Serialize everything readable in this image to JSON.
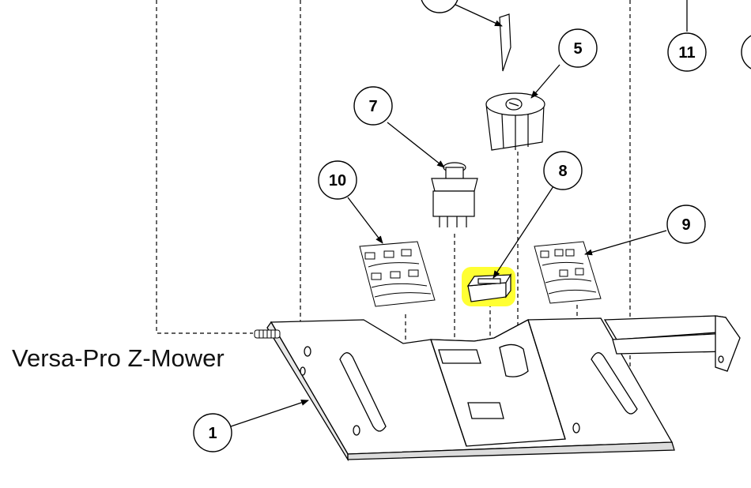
{
  "caption": "Versa-Pro Z-Mower",
  "highlight_color": "#ffff33",
  "callouts": [
    {
      "id": "c1",
      "label": "1"
    },
    {
      "id": "c5",
      "label": "5"
    },
    {
      "id": "c7",
      "label": "7"
    },
    {
      "id": "c8",
      "label": "8"
    },
    {
      "id": "c9",
      "label": "9"
    },
    {
      "id": "c10",
      "label": "10"
    },
    {
      "id": "c11",
      "label": "11"
    }
  ]
}
